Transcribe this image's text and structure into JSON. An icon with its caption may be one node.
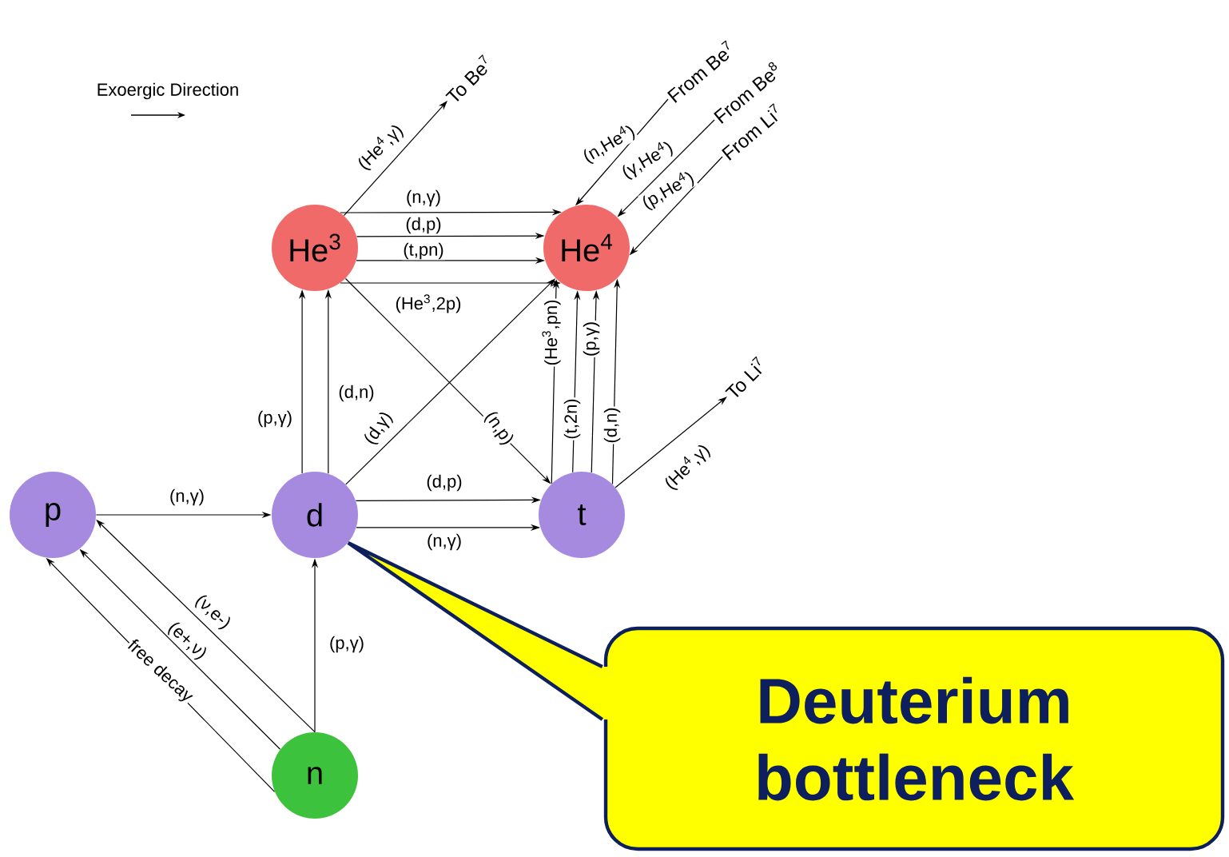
{
  "diagram": {
    "nodes": [
      {
        "text": [
          "He$^{3}$"
        ]
      },
      {
        "text": [
          "He$^{4}$"
        ]
      },
      {
        "text": [
          "p"
        ]
      },
      {
        "text": [
          "d"
        ]
      },
      {
        "text": [
          "t"
        ]
      },
      {
        "text": [
          "n"
        ]
      },
      {
        "text": [
          "Deuterium bottleneck"
        ]
      },
      {
        "text": [
          "To Be$^{7}$"
        ]
      },
      {
        "text": [
          "From Be$^{7}$"
        ]
      },
      {
        "text": [
          "From Be$^{8}$"
        ]
      },
      {
        "text": [
          "From Li$^{7}$"
        ]
      },
      {
        "text": [
          "To Li$^{7}$"
        ]
      }
    ],
    "edges": [
      {
        "from": 0,
        "to": 1,
        "arrow": "to",
        "label": "(n,γ)"
      },
      {
        "from": 0,
        "to": 1,
        "arrow": "to",
        "label": "(d,p)"
      },
      {
        "from": 0,
        "to": 1,
        "arrow": "to",
        "label": "(t,pn)"
      },
      {
        "from": 0,
        "to": 1,
        "arrow": "to",
        "label": "(He$^{3}$,2p)"
      },
      {
        "from": 0,
        "to": 7,
        "arrow": "to",
        "label": "(He$^{4}$,γ)"
      },
      {
        "from": 8,
        "to": 1,
        "arrow": "to",
        "label": "(n,He$^{4}$)"
      },
      {
        "from": 9,
        "to": 1,
        "arrow": "to",
        "label": "(γ,He$^{4}$)"
      },
      {
        "from": 10,
        "to": 1,
        "arrow": "to",
        "label": "(p,He$^{4}$)"
      },
      {
        "from": 3,
        "to": 0,
        "arrow": "to",
        "label": "(p,γ)"
      },
      {
        "from": 3,
        "to": 0,
        "arrow": "to",
        "label": "(d,n)"
      },
      {
        "from": 3,
        "to": 1,
        "arrow": "to",
        "label": "(d,γ)"
      },
      {
        "from": 0,
        "to": 4,
        "arrow": "to",
        "label": "(n,p)"
      },
      {
        "from": 4,
        "to": 1,
        "arrow": "to",
        "label": "(He$^{3}$,pn)"
      },
      {
        "from": 4,
        "to": 1,
        "arrow": "to",
        "label": "(t,2n)"
      },
      {
        "from": 4,
        "to": 1,
        "arrow": "to",
        "label": "(p,γ)"
      },
      {
        "from": 4,
        "to": 1,
        "arrow": "to",
        "label": "(d,n)"
      },
      {
        "from": 4,
        "to": 11,
        "arrow": "to",
        "label": "(He$^{4}$,γ)"
      },
      {
        "from": 2,
        "to": 3,
        "arrow": "to",
        "label": "(n,γ)"
      },
      {
        "from": 3,
        "to": 4,
        "arrow": "to",
        "label": "(d,p)"
      },
      {
        "from": 3,
        "to": 4,
        "arrow": "to",
        "label": "(n,γ)"
      },
      {
        "from": 5,
        "to": 2,
        "arrow": "to",
        "label": "(ν,e-)"
      },
      {
        "from": 5,
        "to": 2,
        "arrow": "to",
        "label": "(e+,ν)"
      },
      {
        "from": 5,
        "to": 2,
        "arrow": "to",
        "label": "free decay"
      },
      {
        "from": 5,
        "to": 3,
        "arrow": "to",
        "label": "(p,γ)"
      },
      {
        "from": 6,
        "to": 3,
        "arrow": "none",
        "style": "thick",
        "color": "#0d1f5c"
      }
    ],
    "labels": [
      "Exoergic Direction"
    ]
  }
}
